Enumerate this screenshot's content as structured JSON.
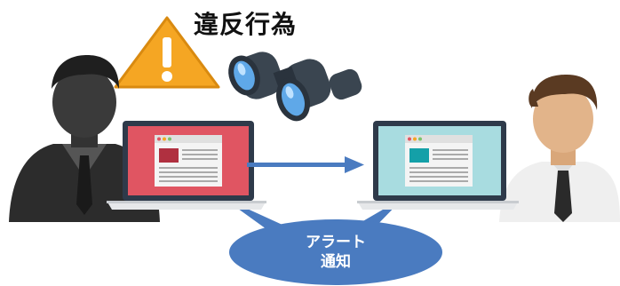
{
  "title": "違反行為",
  "alert": {
    "line1": "アラート",
    "line2": "通知"
  },
  "colors": {
    "warning_fill": "#F5A623",
    "left_screen": "#E05562",
    "right_screen": "#A8DCE0",
    "arrow": "#4A7BC0",
    "bubble": "#4A7BC0",
    "laptop_frame": "#2E3A4A"
  },
  "icons": {
    "warning": "warning-triangle-icon",
    "binoculars": "binoculars-icon",
    "violator": "person-dark-icon",
    "monitor": "person-manager-icon"
  }
}
